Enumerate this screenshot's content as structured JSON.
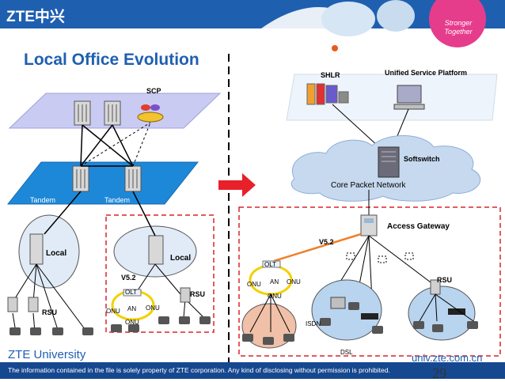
{
  "header": {
    "logo_text": "ZTE中兴",
    "slogan": "Stronger Together"
  },
  "slide": {
    "title": "Local Office Evolution",
    "page_number": "29"
  },
  "left_network": {
    "scp_label": "SCP",
    "tandem_labels": [
      "Tandem",
      "Tandem"
    ],
    "local_labels": [
      "Local",
      "Local"
    ],
    "rsu_labels": [
      "RSU",
      "RSU"
    ],
    "v52_label": "V5.2",
    "olt_label": "OLT",
    "an_label": "AN",
    "onu_labels": [
      "ONU",
      "ONU",
      "ONU"
    ]
  },
  "right_network": {
    "shlr_label": "SHLR",
    "usp_label": "Unified Service Platform",
    "softswitch_label": "Softswitch",
    "core_label": "Core Packet Network",
    "access_gateway_label": "Access Gateway",
    "v52_label": "V5.2",
    "olt_label": "OLT",
    "an_label": "AN",
    "onu_labels": [
      "ONU",
      "ONU",
      "ONU"
    ],
    "rsu_label": "RSU",
    "isdn_label": "ISDN",
    "dsl_label": "DSL"
  },
  "footer": {
    "university": "ZTE University",
    "url": "univ.zte.com.cn",
    "note": "The information contained in the file is solely property of ZTE corporation. Any kind of disclosing without permission is prohibited."
  },
  "colors": {
    "brand_blue": "#1f5fb0",
    "arrow_red": "#e8202a",
    "dashed_red": "#d9252b"
  }
}
